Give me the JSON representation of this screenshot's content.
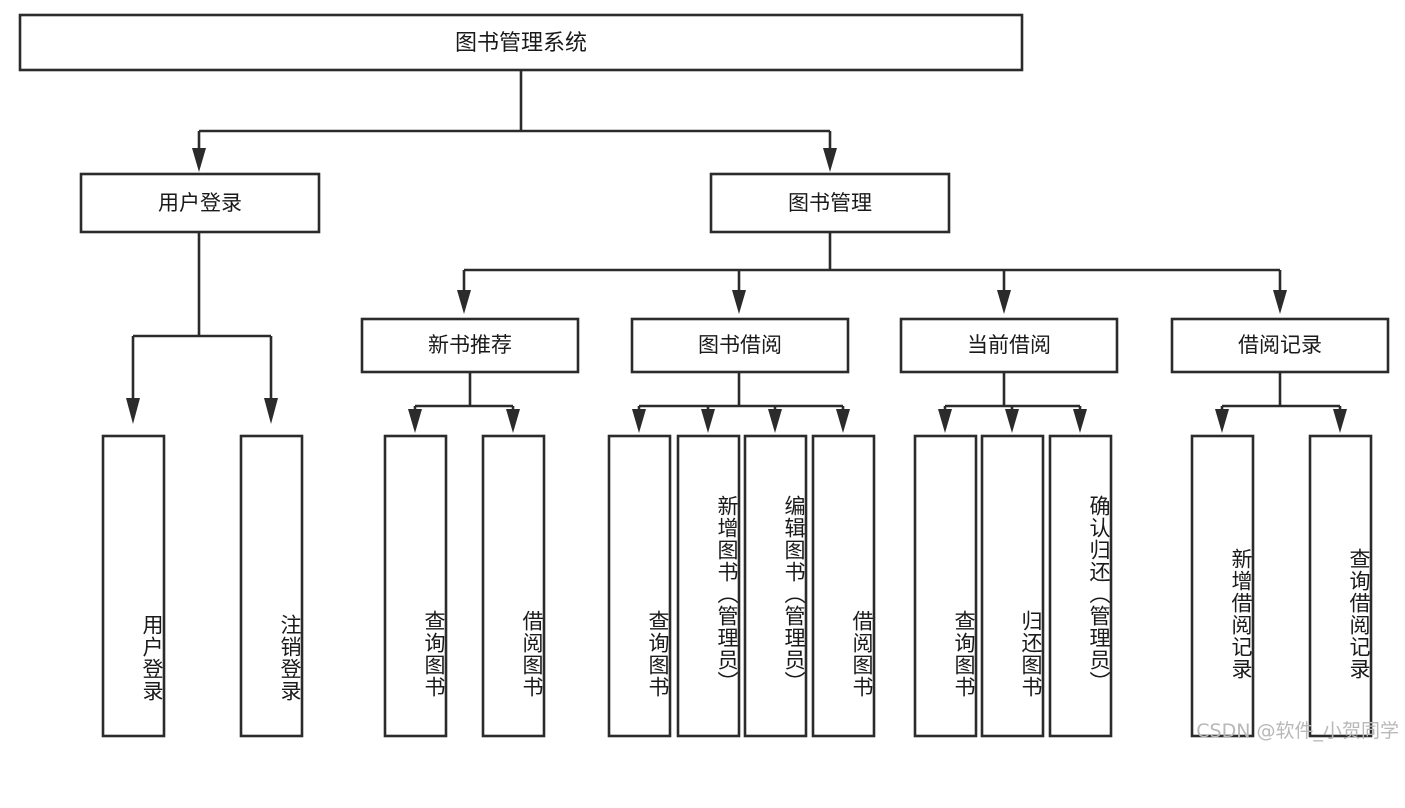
{
  "diagram": {
    "title_node": {
      "id": "root",
      "label": "图书管理系统"
    },
    "level2": [
      {
        "id": "user-login",
        "label": "用户登录"
      },
      {
        "id": "book-manage",
        "label": "图书管理"
      }
    ],
    "level3": [
      {
        "id": "new-book-recommend",
        "label": "新书推荐"
      },
      {
        "id": "book-borrow",
        "label": "图书借阅"
      },
      {
        "id": "current-borrow",
        "label": "当前借阅"
      },
      {
        "id": "borrow-record",
        "label": "借阅记录"
      }
    ],
    "leaves": {
      "user_login": [
        {
          "id": "leaf-user-login",
          "label": "用户登录"
        },
        {
          "id": "leaf-logout",
          "label": "注销登录"
        }
      ],
      "new_book_recommend": [
        {
          "id": "leaf-query-book-1",
          "label": "查询图书"
        },
        {
          "id": "leaf-borrow-book-1",
          "label": "借阅图书"
        }
      ],
      "book_borrow": [
        {
          "id": "leaf-query-book-2",
          "label": "查询图书"
        },
        {
          "id": "leaf-add-book",
          "label": "新增图书（管理员）"
        },
        {
          "id": "leaf-edit-book",
          "label": "编辑图书（管理员）"
        },
        {
          "id": "leaf-borrow-book-2",
          "label": "借阅图书"
        }
      ],
      "current_borrow": [
        {
          "id": "leaf-query-book-3",
          "label": "查询图书"
        },
        {
          "id": "leaf-return-book",
          "label": "归还图书"
        },
        {
          "id": "leaf-confirm-return",
          "label": "确认归还（管理员）"
        }
      ],
      "borrow_record": [
        {
          "id": "leaf-add-record",
          "label": "新增借阅记录"
        },
        {
          "id": "leaf-query-record",
          "label": "查询借阅记录"
        }
      ]
    },
    "colors": {
      "stroke": "#2b2b2b",
      "fill": "#ffffff",
      "text": "#1a1a1a",
      "watermark": "#b8b8b8",
      "background": "#ffffff"
    }
  },
  "watermark": {
    "text": "CSDN @软件_小贺同学"
  }
}
